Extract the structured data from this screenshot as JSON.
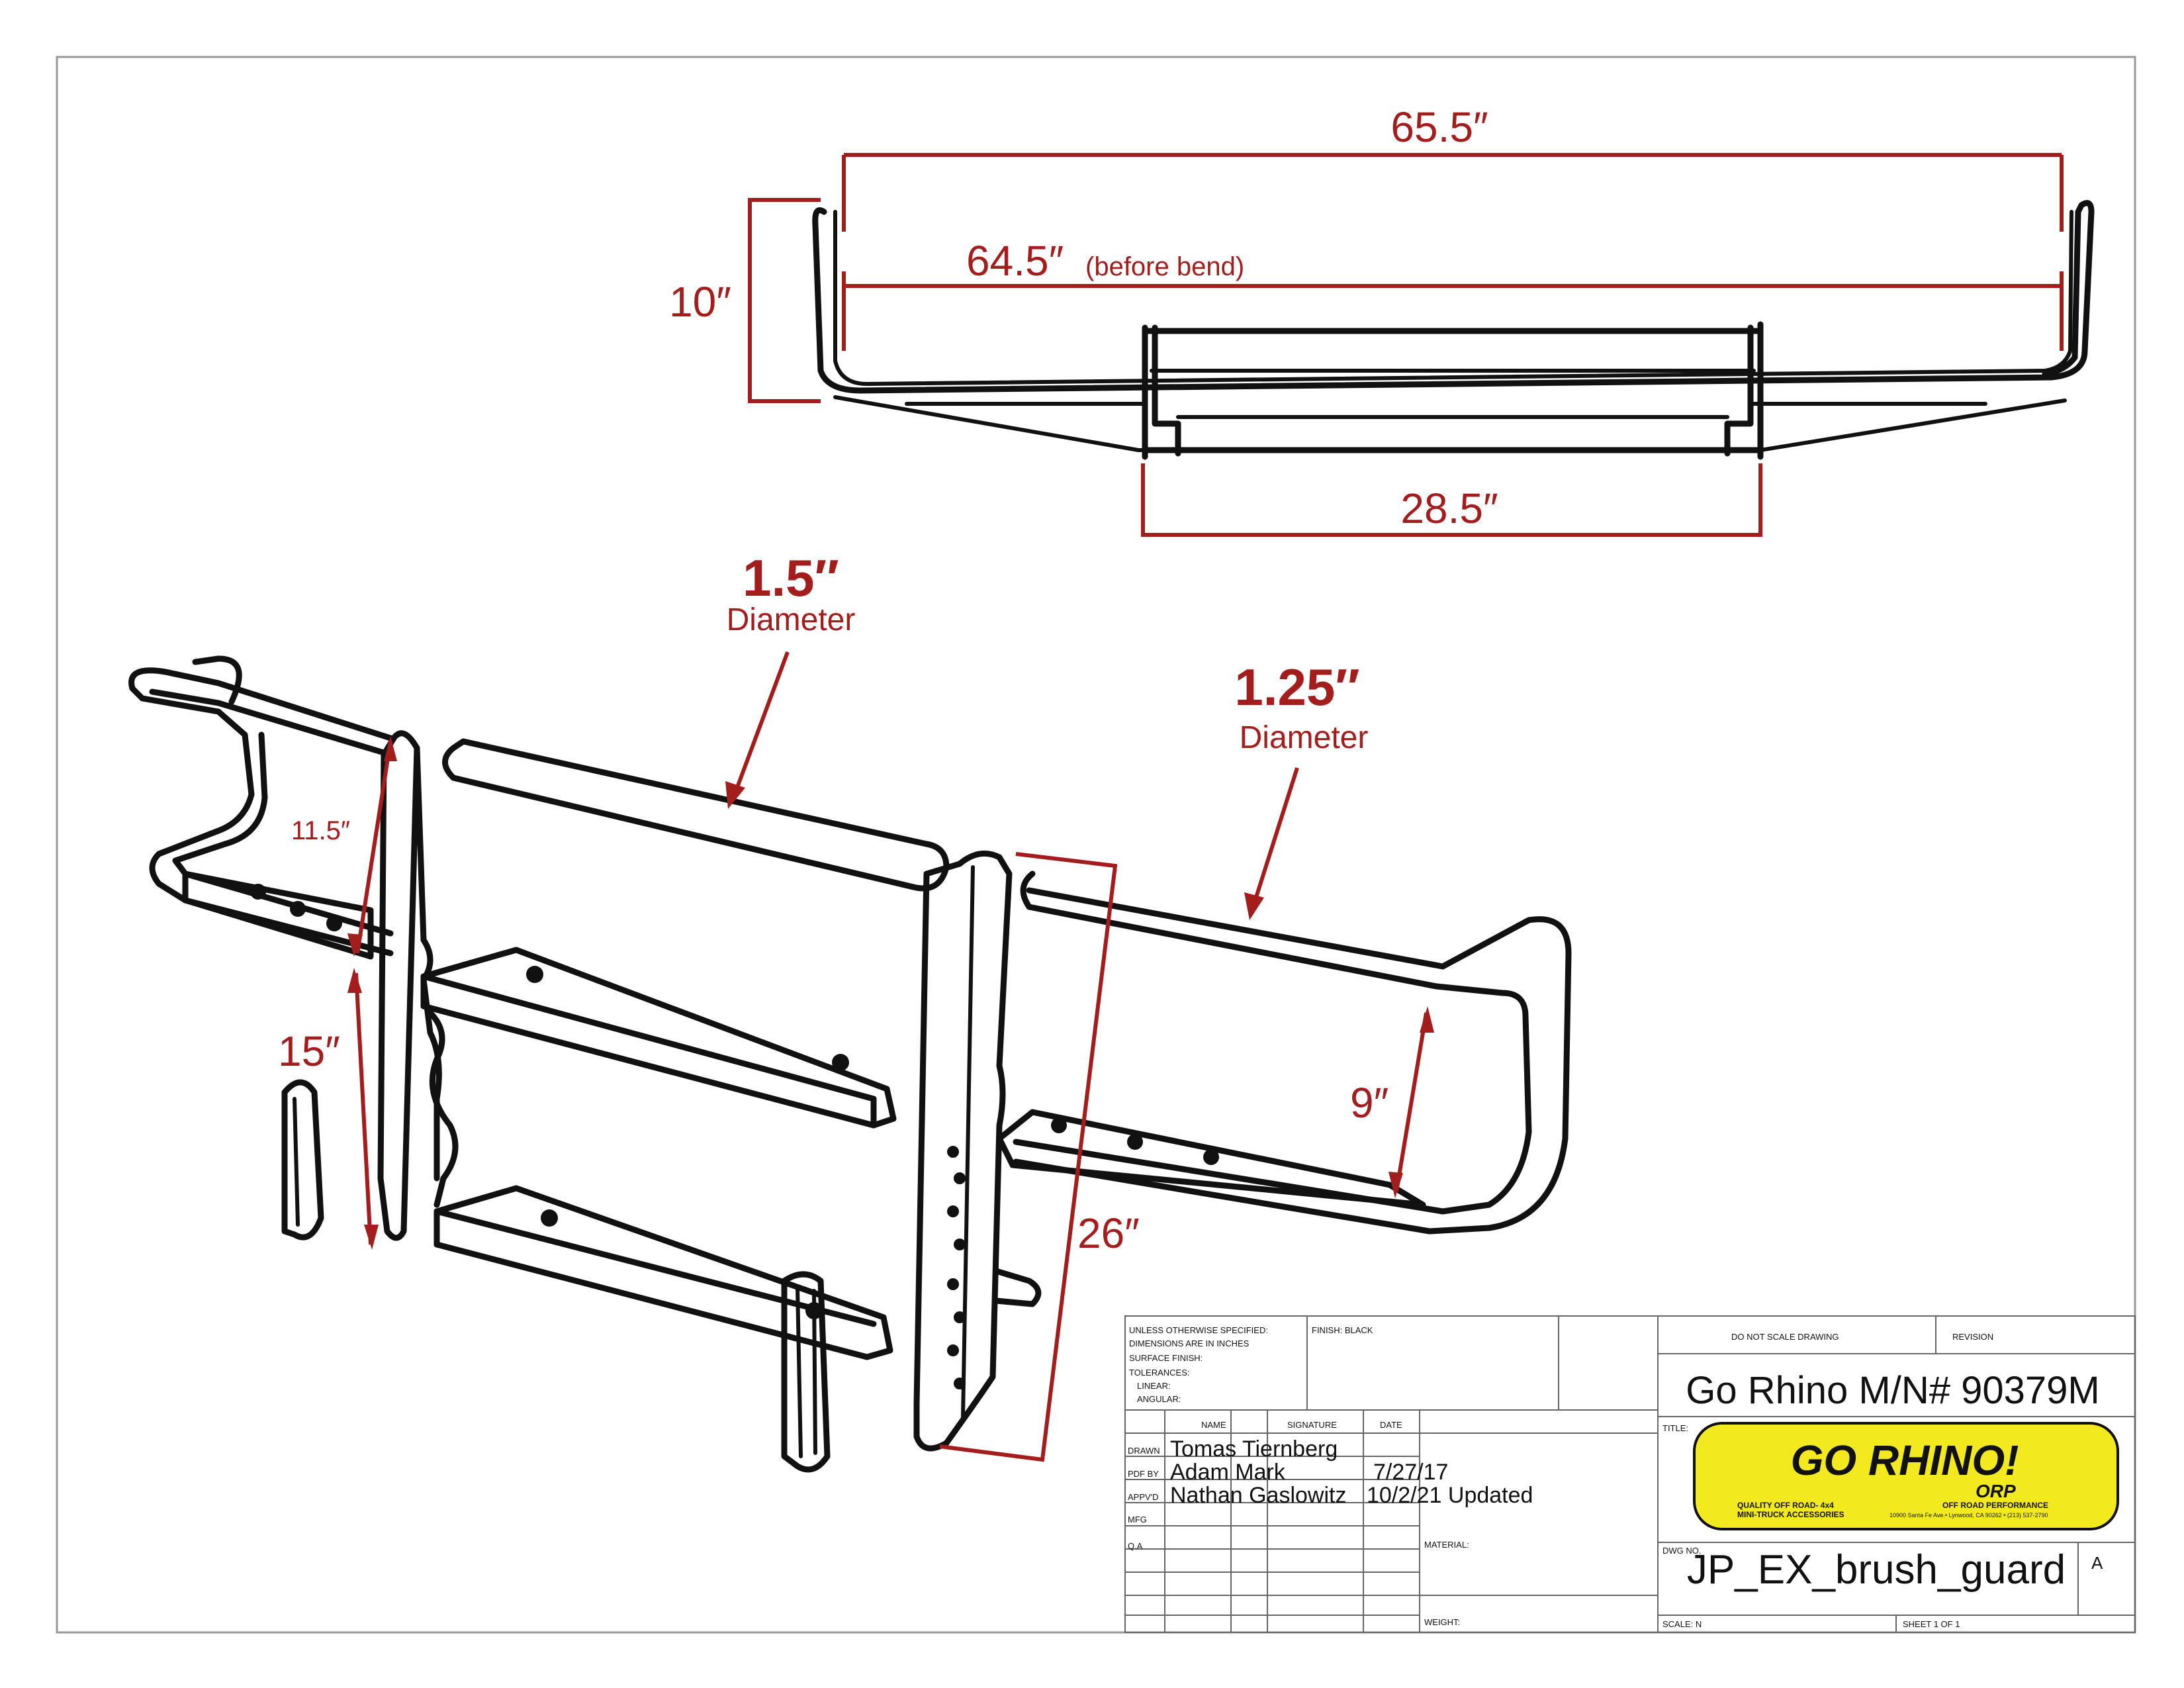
{
  "colors": {
    "dimension": "#a31d1d",
    "line": "#111111",
    "logo_bg": "#f2ea1e",
    "border": "#999999"
  },
  "top_view": {
    "dim_overall": "65.5″",
    "dim_before_bend": "64.5″",
    "before_bend_note": "(before bend)",
    "dim_height": "10″",
    "dim_center": "28.5″"
  },
  "iso_view": {
    "main_tube_size": "1.5″",
    "main_tube_label": "Diameter",
    "wing_tube_size": "1.25″",
    "wing_tube_label": "Diameter",
    "dim_upper_left": "11.5″",
    "dim_lower_left": "15″",
    "dim_wing": "9″",
    "dim_upright": "26″"
  },
  "title_block": {
    "notes": [
      "UNLESS OTHERWISE SPECIFIED:",
      "DIMENSIONS ARE IN INCHES",
      "SURFACE FINISH:",
      "TOLERANCES:",
      "LINEAR:",
      "ANGULAR:"
    ],
    "finish": "FINISH: BLACK",
    "headers": {
      "name": "NAME",
      "signature": "SIGNATURE",
      "date": "DATE"
    },
    "rows": [
      {
        "label": "DRAWN",
        "name": "Tomas Tiernberg",
        "date": ""
      },
      {
        "label": "PDF BY",
        "name": "Adam Mark",
        "date": "7/27/17"
      },
      {
        "label": "APPV'D",
        "name": "Nathan Gaslowitz",
        "date": "10/2/21 Updated"
      },
      {
        "label": "MFG",
        "name": "",
        "date": ""
      },
      {
        "label": "Q.A",
        "name": "",
        "date": ""
      }
    ],
    "do_not_scale": "DO NOT SCALE DRAWING",
    "revision_label": "REVISION",
    "model_number": "Go Rhino M/N# 90379M",
    "title_label": "TITLE:",
    "material_label": "MATERIAL:",
    "weight_label": "WEIGHT:",
    "dwg_no_label": "DWG NO.",
    "dwg_no": "JP_EX_brush_guard",
    "revision": "A",
    "scale": "SCALE: N",
    "sheet": "SHEET 1 OF 1",
    "logo": {
      "brand": "GO RHINO!",
      "sub_brand": "ORP",
      "tagline_left": "QUALITY OFF ROAD- 4x4",
      "tagline_left2": "MINI-TRUCK ACCESSORIES",
      "tagline_right": "OFF ROAD PERFORMANCE",
      "address": "10900 Santa Fe Ave.• Lynwood, CA 90262 • (213) 537-2790"
    }
  }
}
